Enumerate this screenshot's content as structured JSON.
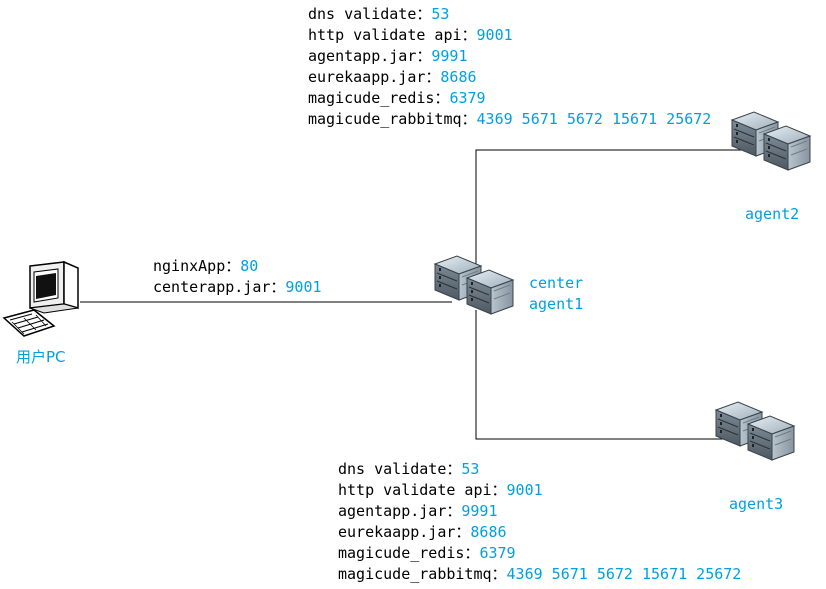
{
  "top_ports": [
    {
      "key": "dns validate：",
      "value": "53"
    },
    {
      "key": "http validate api：",
      "value": "9001"
    },
    {
      "key": "agentapp.jar：",
      "value": "9991"
    },
    {
      "key": "eurekaapp.jar：",
      "value": "8686"
    },
    {
      "key": "magicude_redis：",
      "value": "6379"
    },
    {
      "key": "magicude_rabbitmq：",
      "value": "4369 5671 5672 15671 25672"
    }
  ],
  "bottom_ports": [
    {
      "key": "dns validate：",
      "value": "53"
    },
    {
      "key": "http validate api：",
      "value": "9001"
    },
    {
      "key": "agentapp.jar：",
      "value": "9991"
    },
    {
      "key": "eurekaapp.jar：",
      "value": "8686"
    },
    {
      "key": "magicude_redis：",
      "value": "6379"
    },
    {
      "key": "magicude_rabbitmq：",
      "value": "4369 5671 5672 15671 25672"
    }
  ],
  "pc_ports": [
    {
      "key": "nginxApp：",
      "value": "80"
    },
    {
      "key": "centerapp.jar：",
      "value": "9001"
    }
  ],
  "nodes": {
    "pc": "用户PC",
    "center_line1": "center",
    "center_line2": "agent1",
    "agent2": "agent2",
    "agent3": "agent3"
  },
  "colors": {
    "label": "#00a0e0",
    "text": "#000000",
    "line": "#000000"
  }
}
